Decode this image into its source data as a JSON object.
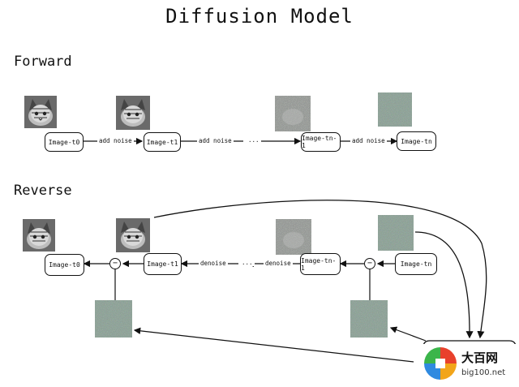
{
  "title": "Diffusion Model",
  "sections": {
    "forward": "Forward",
    "reverse": "Reverse"
  },
  "forward": {
    "boxes": [
      "Image-t0",
      "Image-t1",
      "Image-tn-1",
      "Image-tn"
    ],
    "edges": [
      "add noise",
      "add noise",
      "add noise"
    ],
    "ellipsis": "..."
  },
  "reverse": {
    "boxes": [
      "Image-t0",
      "Image-t1",
      "Image-tn-1",
      "Image-tn"
    ],
    "edges": [
      "denoise",
      "denoise"
    ],
    "ellipsis": "...",
    "operator": "−"
  },
  "watermark": {
    "brand": "大百网",
    "url": "big100.net"
  },
  "colors": {
    "line": "#111111",
    "noise_base": "#7f9a8c"
  }
}
